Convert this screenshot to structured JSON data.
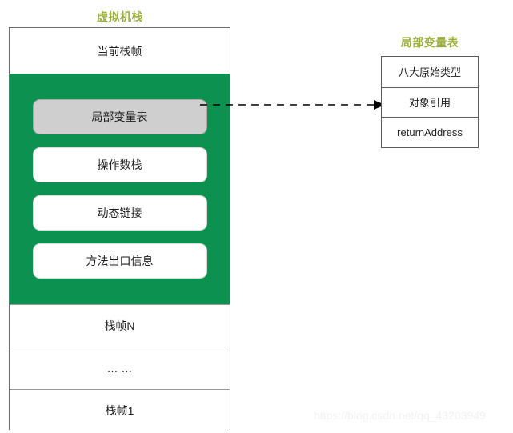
{
  "diagram": {
    "left_panel": {
      "title": "虚拟机栈",
      "title_color": "#9aad3c",
      "current_frame_label": "当前栈帧",
      "frame_detail": {
        "background_color": "#0d9150",
        "items": [
          {
            "label": "局部变量表",
            "highlighted": true
          },
          {
            "label": "操作数栈",
            "highlighted": false
          },
          {
            "label": "动态链接",
            "highlighted": false
          },
          {
            "label": "方法出口信息",
            "highlighted": false
          }
        ]
      },
      "stack_rows": [
        {
          "label": "栈帧N"
        },
        {
          "label": "… …"
        },
        {
          "label": "栈帧1"
        }
      ]
    },
    "right_panel": {
      "title": "局部变量表",
      "title_color": "#9aad3c",
      "rows": [
        {
          "label": "八大原始类型"
        },
        {
          "label": "对象引用"
        },
        {
          "label": "returnAddress"
        }
      ]
    },
    "connector": {
      "style": "dashed-arrow",
      "from": "局部变量表",
      "to": "对象引用",
      "color": "#000000"
    },
    "watermark": "https://blog.csdn.net/qq_43203949"
  }
}
